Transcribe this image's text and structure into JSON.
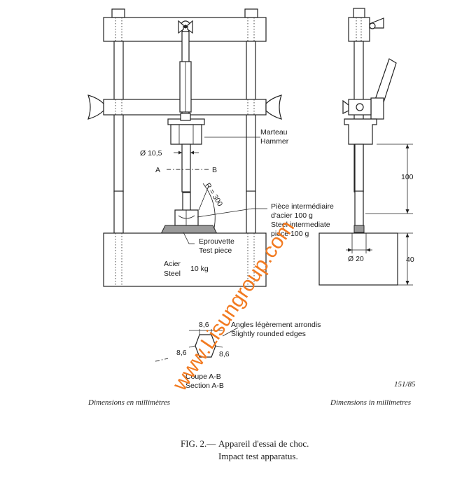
{
  "labels": {
    "marteau": "Marteau",
    "hammer": "Hammer",
    "diam_rod": "Ø 10,5",
    "section_a": "A",
    "section_b": "B",
    "radius": "R = 300",
    "piece_fr1": "Pièce intermédiaire",
    "piece_fr2": "d'acier 100 g",
    "piece_en1": "Steel intermediate",
    "piece_en2": "piece 100 g",
    "eprouvette": "Eprouvette",
    "test_piece": "Test piece",
    "acier": "Acier",
    "steel": "Steel",
    "mass": "10 kg",
    "dim_100": "100",
    "dim_40": "40",
    "diam_20": "Ø 20",
    "angle_8_6_top": "8,6",
    "angle_8_6_left": "8,6",
    "angle_8_6_right": "8,6",
    "angles_fr": "Angles légèrement arrondis",
    "angles_en": "Slightly rounded edges",
    "coupe": "Coupe A-B",
    "section": "Section A-B",
    "ref": "151/85",
    "dims_fr": "Dimensions en millimètres",
    "dims_en": "Dimensions in millimetres",
    "fig_prefix": "FIG. 2.—",
    "fig_title_fr": "Appareil d'essai de choc.",
    "fig_title_en": "Impact test apparatus.",
    "watermark": "www.Lisungroup.com"
  }
}
